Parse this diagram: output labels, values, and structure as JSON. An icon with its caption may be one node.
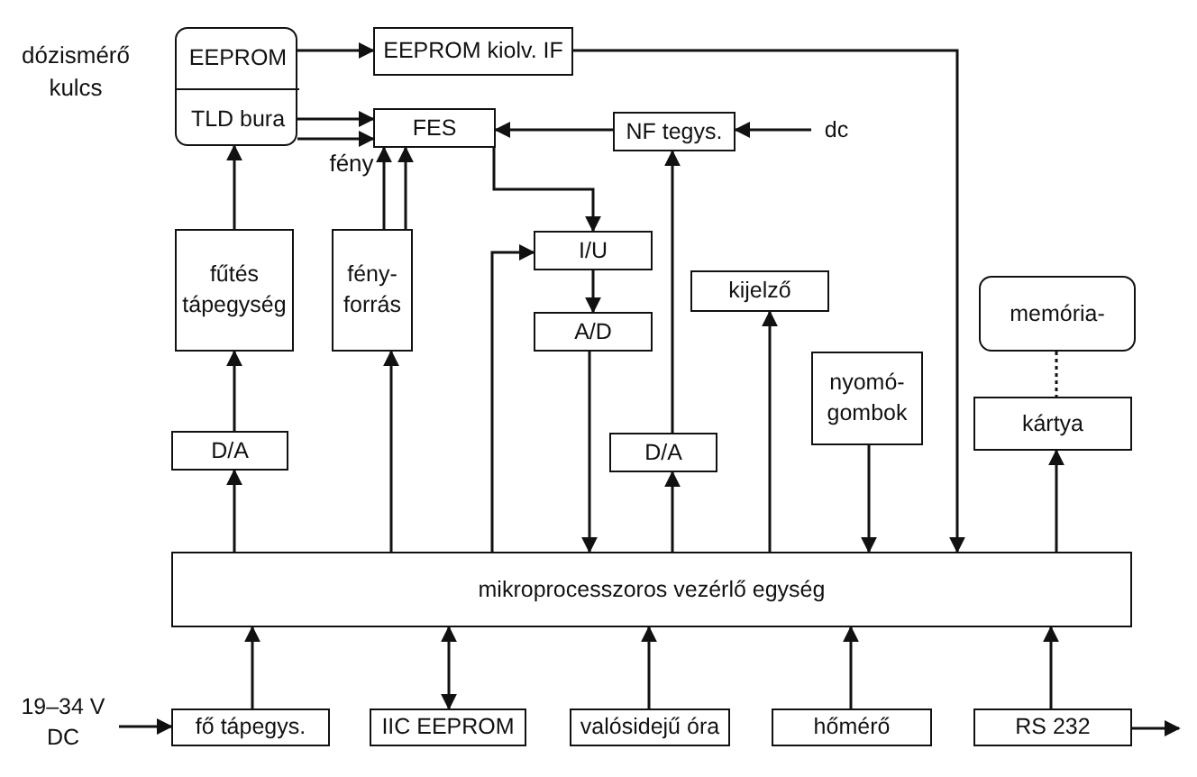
{
  "diagram": {
    "nodes": [
      {
        "text": [],
        "shape": "box",
        "beside": [
          "dózismérő kulcs"
        ]
      },
      {
        "text": [
          "EEPROM"
        ],
        "in": 0
      },
      {
        "text": [
          "TLD bura"
        ],
        "in": 0
      },
      {
        "text": [
          "EEPROM kiolv. IF"
        ]
      },
      {
        "text": [
          "FES"
        ]
      },
      {
        "text": [
          "NF tegys."
        ]
      },
      {
        "text": [
          "dc"
        ]
      },
      {
        "text": [
          "fűtés tápegység"
        ]
      },
      {
        "text": [
          "fény- forrás"
        ]
      },
      {
        "text": [
          "I/U"
        ]
      },
      {
        "text": [
          "A/D"
        ]
      },
      {
        "text": [
          "kijelző"
        ]
      },
      {
        "text": [
          "memória-"
        ]
      },
      {
        "text": [
          "nyomó- gombok"
        ]
      },
      {
        "text": [
          "kártya"
        ]
      },
      {
        "text": [
          "D/A"
        ]
      },
      {
        "text": [
          "D/A"
        ]
      },
      {
        "text": [
          "mikroprocesszoros vezérlő egység"
        ]
      },
      {
        "text": [
          "19–34 V DC"
        ]
      },
      {
        "text": [
          "fő tápegys."
        ]
      },
      {
        "text": [
          "IIC EEPROM"
        ]
      },
      {
        "text": [
          "valósidejű óra"
        ]
      },
      {
        "text": [
          "hőmérő"
        ]
      },
      {
        "text": [
          "RS 232"
        ]
      }
    ],
    "edges": [
      {
        "from": 1,
        "to": 3,
        "arrow": "to"
      },
      {
        "from": 2,
        "to": 4,
        "arrow": "to"
      },
      {
        "from": 2,
        "to": 4,
        "arrow": "to"
      },
      {
        "from": 8,
        "to": 4,
        "arrow": "to"
      },
      {
        "from": 8,
        "to": 4,
        "arrow": "to"
      },
      {
        "from": 5,
        "to": 4,
        "arrow": "to"
      },
      {
        "from": 6,
        "to": 5,
        "arrow": "to"
      },
      {
        "from": 4,
        "to": 9,
        "arrow": "to"
      },
      {
        "from": 9,
        "to": 10,
        "arrow": "to"
      },
      {
        "from": 10,
        "to": 17,
        "arrow": "to"
      },
      {
        "from": 17,
        "to": 9,
        "arrow": "to"
      },
      {
        "from": 3,
        "to": 17,
        "arrow": "to"
      },
      {
        "from": 16,
        "to": 5,
        "arrow": "to"
      },
      {
        "from": 17,
        "to": 16,
        "arrow": "to"
      },
      {
        "from": 17,
        "to": 11,
        "arrow": "to"
      },
      {
        "from": 13,
        "to": 17,
        "arrow": "to"
      },
      {
        "from": 12,
        "to": 14,
        "arrow": "none",
        "style": "dashed"
      },
      {
        "from": 17,
        "to": 14,
        "arrow": "to"
      },
      {
        "from": 7,
        "to": 2,
        "arrow": "to"
      },
      {
        "from": 15,
        "to": 7,
        "arrow": "to"
      },
      {
        "from": 17,
        "to": 15,
        "arrow": "to"
      },
      {
        "from": 17,
        "to": 8,
        "arrow": "to"
      },
      {
        "from": 18,
        "to": 19,
        "arrow": "to"
      },
      {
        "from": 19,
        "to": 17,
        "arrow": "to"
      },
      {
        "from": 20,
        "to": 17,
        "arrow": "both"
      },
      {
        "from": 21,
        "to": 17,
        "arrow": "to"
      },
      {
        "from": 22,
        "to": 17,
        "arrow": "to"
      },
      {
        "from": 23,
        "to": 17,
        "arrow": "to"
      },
      {
        "from": 23,
        "to": null,
        "arrow": "to"
      }
    ],
    "labels": [
      "fény"
    ]
  }
}
